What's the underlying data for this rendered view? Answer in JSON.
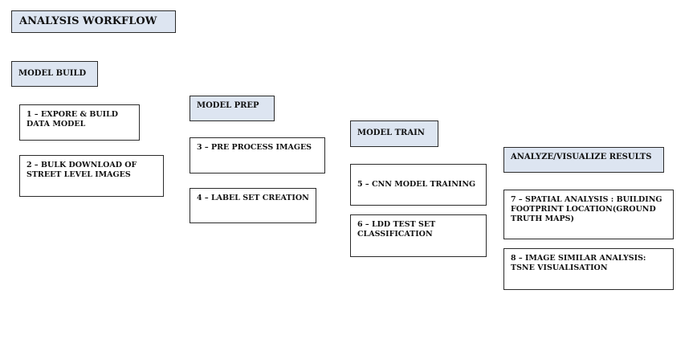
{
  "title": "ANALYSIS WORKFLOW",
  "columns": [
    {
      "header": "MODEL BUILD",
      "steps": [
        "1 – EXPORE & BUILD DATA MODEL",
        "2 – BULK DOWNLOAD OF STREET LEVEL IMAGES"
      ]
    },
    {
      "header": "MODEL PREP",
      "steps": [
        "3 – PRE PROCESS IMAGES",
        "4 – LABEL SET CREATION"
      ]
    },
    {
      "header": "MODEL TRAIN",
      "steps": [
        "5 – CNN MODEL TRAINING",
        "6 – LDD TEST SET CLASSIFICATION"
      ]
    },
    {
      "header": "ANALYZE/VISUALIZE RESULTS",
      "steps": [
        "7 – SPATIAL ANALYSIS : BUILDING FOOTPRINT LOCATION(GROUND TRUTH MAPS)",
        "8 – IMAGE SIMILAR ANALYSIS: TSNE VISUALISATION"
      ]
    }
  ],
  "colors": {
    "header_fill": "#dde5f1",
    "border": "#2b2b2b",
    "text": "#111111"
  }
}
